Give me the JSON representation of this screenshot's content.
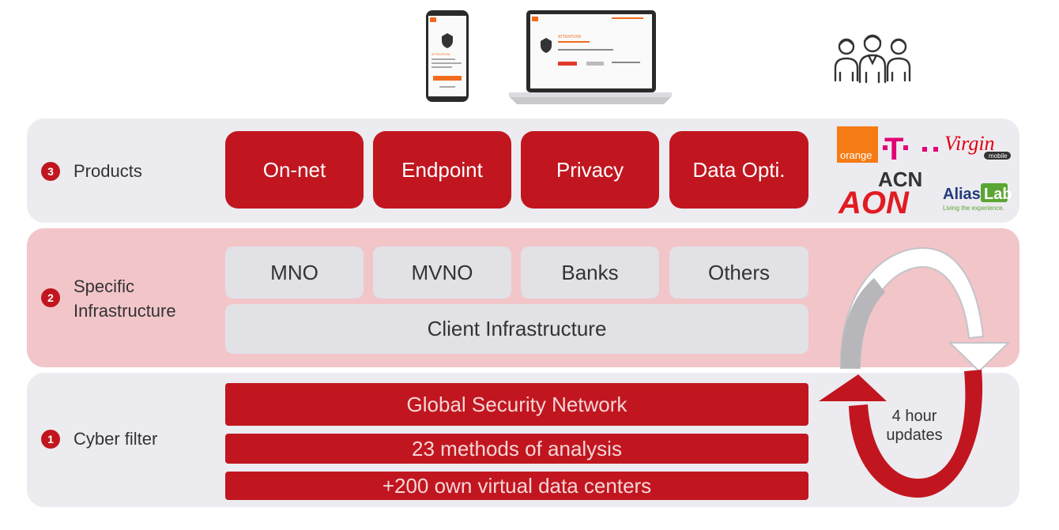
{
  "layers": {
    "products": {
      "number": "3",
      "label": "Products",
      "items": [
        "On-net",
        "Endpoint",
        "Privacy",
        "Data Opti."
      ]
    },
    "infrastructure": {
      "number": "2",
      "label_line1": "Specific",
      "label_line2": "Infrastructure",
      "items": [
        "MNO",
        "MVNO",
        "Banks",
        "Others"
      ],
      "client": "Client Infrastructure"
    },
    "cyber_filter": {
      "number": "1",
      "label": "Cyber filter",
      "bars": [
        "Global Security Network",
        "23 methods of analysis",
        "+200 own virtual data centers"
      ]
    }
  },
  "updates_line1": "4 hour",
  "updates_line2": "updates",
  "logos": {
    "orange": "orange",
    "tmobile": "T",
    "virgin": "Virgin",
    "virgin_sub": "mobile",
    "acn": "ACN",
    "aon": "AON",
    "aliaslab": "Alias",
    "aliaslab_lab": "Lab",
    "aliaslab_tagline": "Living the experience."
  },
  "devices": {
    "phone_heading": "ATTENTION!",
    "laptop_heading": "ATTENTION!"
  },
  "colors": {
    "brand_red": "#c1161f",
    "band_grey": "#ecebf0",
    "band_pink": "#f2c5c9",
    "tile_grey": "#e1e1e6"
  },
  "icons": [
    "phone-icon",
    "laptop-icon",
    "people-icon",
    "refresh-cycle-icon"
  ]
}
